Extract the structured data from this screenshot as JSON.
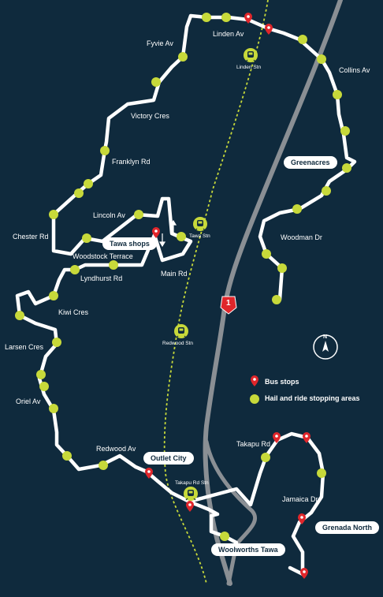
{
  "colors": {
    "background": "#0f2a3d",
    "route": "#ffffff",
    "rail": "#c7d93a",
    "highway": "#8a8f94",
    "stop_marker": "#e0262b",
    "hail_dot": "#c7d93a",
    "label_box": "#ffffff"
  },
  "highway": {
    "shield": "1"
  },
  "streets": {
    "linden_av": "Linden Av",
    "fyvie_av": "Fyvie Av",
    "collins_av": "Collins Av",
    "victory_cres": "Victory Cres",
    "franklyn_rd": "Franklyn Rd",
    "lincoln_av": "Lincoln Av",
    "chester_rd": "Chester Rd",
    "woodstock_terrace": "Woodstock Terrace",
    "lyndhurst_rd": "Lyndhurst Rd",
    "main_rd": "Main Rd",
    "woodman_dr": "Woodman Dr",
    "kiwi_cres": "Kiwi Cres",
    "larsen_cres": "Larsen Cres",
    "oriel_av": "Oriel Av",
    "redwood_av": "Redwood Av",
    "takapu_rd": "Takapu Rd",
    "jamaica_dr": "Jamaica Dr"
  },
  "stations": {
    "linden": "Linden Stn",
    "tawa": "Tawa Stn",
    "redwood": "Redwood Stn",
    "takapu_rd": "Takapu Rd Stn"
  },
  "places": {
    "greenacres": "Greenacres",
    "tawa_shops": "Tawa shops",
    "outlet_city": "Outlet City",
    "woolworths_tawa": "Woolworths Tawa",
    "grenada_north": "Grenada North"
  },
  "legend": {
    "bus_stops": "Bus stops",
    "hail_ride": "Hail and ride stopping areas"
  },
  "compass": {
    "north": "N",
    "icon": "north-arrow-icon"
  },
  "icons": {
    "bus_stop": "map-pin-icon",
    "station": "train-icon",
    "hail_ride": "dot-icon",
    "highway": "highway-shield-icon"
  }
}
